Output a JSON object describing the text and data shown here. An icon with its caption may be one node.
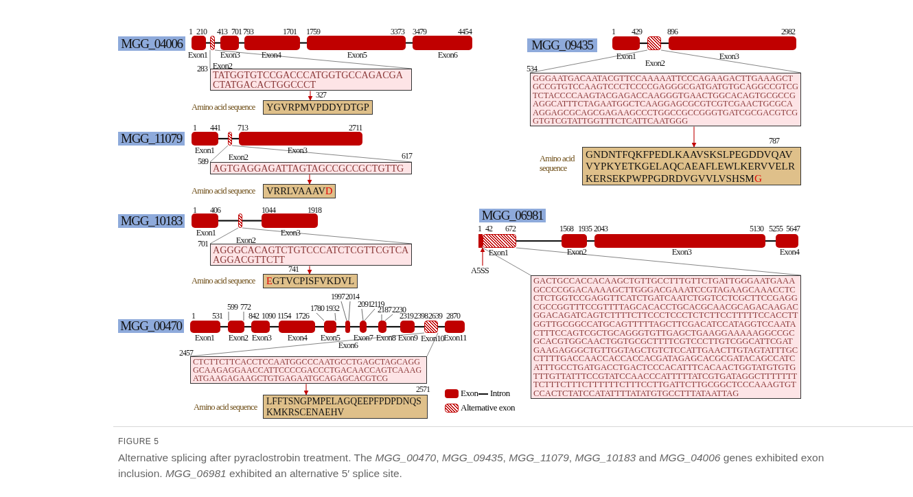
{
  "diagram": {
    "title": "FIGURE 5",
    "caption": "Alternative splicing after pyraclostrobin treatment. The *MGG_00470*, *MGG_09435*, *MGG_11079*, *MGG_10183* and *MGG_04006* genes exhibited exon inclusion. *MGG_06981* exhibited an alternative 5′ splice site.",
    "nodes": [
      {
        "text": [
          "MGG_04006"
        ]
      },
      {
        "text": [
          "Exon1"
        ]
      },
      {
        "text": [
          "Exon2"
        ]
      },
      {
        "text": [
          "Exon3"
        ]
      },
      {
        "text": [
          "Exon4"
        ]
      },
      {
        "text": [
          "Exon5"
        ]
      },
      {
        "text": [
          "Exon6"
        ]
      },
      {
        "text": [
          "TATGGTGTCCGACCCATGGTGCCAGACGACTATGACACTGGCCCT"
        ]
      },
      {
        "text": [
          "YGVRPMVPDDYDTGP"
        ],
        "beside": [
          "Amino acid sequence"
        ]
      },
      {
        "text": [
          "MGG_09435"
        ]
      },
      {
        "text": [
          "Exon1"
        ]
      },
      {
        "text": [
          "Exon2"
        ]
      },
      {
        "text": [
          "Exon3"
        ]
      },
      {
        "text": [
          "GGGAATGACAATACGTTCCAAAAATTCCCAGAAGACTTGAAAGCTGCCGTGTCCAAGTCCCTCCCCGAGGGCGATGATGTGCAGGCCGTCGTCTACCCCAAGTACGAGACCAAGGGTGAACTGGCACAGTGCGCCGAGGCATTTCTAGAATGGCTCAAGGAGCGCGTCGTCGAACTGCGCAAGGAGCGCAGCGAGAAGCCCTGGCCGCCGGGTGATCGCGACGTCGGTGTCGTATTGGTTTCTCATTCAATGGG"
        ]
      },
      {
        "text": [
          "GNDNTFQKFPEDLKAAVSKSLPEGDDVQAVVYPKYETKGELAQCAEAFLEWLKERVVELRKERSEKPWPPGDRDVGVVLVSHSMG"
        ],
        "beside": [
          "Amino acid sequence"
        ]
      },
      {
        "text": [
          "MGG_11079"
        ]
      },
      {
        "text": [
          "Exon1"
        ]
      },
      {
        "text": [
          "Exon2"
        ]
      },
      {
        "text": [
          "Exon3"
        ]
      },
      {
        "text": [
          "AGTGAGGAGATTAGTAGCCGCCGCTGTTG"
        ]
      },
      {
        "text": [
          "VRRLVAAAVD"
        ],
        "beside": [
          "Amino acid sequence"
        ]
      },
      {
        "text": [
          "MGG_10183"
        ]
      },
      {
        "text": [
          "Exon1"
        ]
      },
      {
        "text": [
          "Exon2"
        ]
      },
      {
        "text": [
          "Exon3"
        ]
      },
      {
        "text": [
          "AGGGCACAGTCTGTCCCATCTCGTTCGTCAAGGACGTTCTT"
        ]
      },
      {
        "text": [
          "EGTVCPISFVKDVL"
        ],
        "beside": [
          "Amino acid sequence"
        ]
      },
      {
        "text": [
          "MGG_06981"
        ]
      },
      {
        "text": [],
        "shape": "box"
      },
      {
        "text": [
          "Exon1"
        ]
      },
      {
        "text": [
          "Exon2"
        ]
      },
      {
        "text": [
          "Exon3"
        ]
      },
      {
        "text": [
          "Exon4"
        ]
      },
      {
        "text": [
          "A5SS"
        ]
      },
      {
        "text": [
          "GACTGCCACCACAAGCTGTTGCCTTTGTTCTGATTGGGAATGAAAGCCCCGGACAAAAGCTTGGGACGAAATCCGTAGAAGCAAACCTCCTCTGGTCCGAGGTTCATCTGATCAATCTGGTCCTCGCTTCCGAGGCGCCGGTTTCCGTTTTAGCACACCTGCACGCAACGCAGACAAGACGGACAGATCAGTCTTTTCTTCCCTCCCTCTCTTCCTTTTTCCACCTTGGTTGCGGCCATGCAGTTTTTAGCTTCGACATCCATAGGTCCAATACTTTCCAGTCGCTGCAGGGTGTTGAGCTGAAGGAAAAAGGCCGCGCACGTGGCAACTGGTGCGCTTTTCGTCCCTTGTCGGCATTCGATGAAGAGGGCTGTTGGTAGCTGTCTCCATTGAACTTGTAGTATTTGCCTTTTGACCAACCACCACCACGATAGAGCACGCGATACAGCCATCATTTGCCTGATGACCTGACTCCCACATTTCACAACTGGTATGTGTGTTTGTTATTTCCGTATCCAACCCATTTTTATCGTGATAGGCTTTTTTTTCTTTCTTTCTTTTTTCTTTCCTTGATTCTTGCGGCTCCCAAAGTGTCCACTCTATCCATATTTTATATGTGCCTTTATAATTAG"
        ]
      },
      {
        "text": [
          "MGG_00470"
        ]
      },
      {
        "text": [
          "Exon1"
        ]
      },
      {
        "text": [
          "Exon2"
        ]
      },
      {
        "text": [
          "Exon3"
        ]
      },
      {
        "text": [
          "Exon4"
        ]
      },
      {
        "text": [
          "Exon5"
        ]
      },
      {
        "text": [
          "Exon6"
        ]
      },
      {
        "text": [
          "Exon7"
        ]
      },
      {
        "text": [
          "Exon8"
        ]
      },
      {
        "text": [
          "Exon9"
        ]
      },
      {
        "text": [
          "Exon10"
        ]
      },
      {
        "text": [
          "Exon11"
        ]
      },
      {
        "text": [
          "CTCTTCTTCACCTCCAATGGCCCAATGCCTGAGCTAGCAGGGCAAGAGGAACCATTCCCCGACCCTGACAACCAGTCAAAGATGAAGAGAAGCTGTGAGAATGCAGAGCACGTCG"
        ]
      },
      {
        "text": [
          "LFFTSNGPMPELAGQEEPFPDPDNQSKMKRSCENAEHV"
        ],
        "beside": [
          "Amino acid sequence"
        ]
      }
    ],
    "edges": [
      {
        "from": 2,
        "to": 7,
        "arrow": "none",
        "color": "#666666"
      },
      {
        "from": 2,
        "to": 7,
        "arrow": "none",
        "color": "#666666"
      },
      {
        "from": 7,
        "to": 8,
        "arrow": "to",
        "color": "#c00000"
      },
      {
        "from": 11,
        "to": 13,
        "arrow": "none",
        "color": "#666666"
      },
      {
        "from": 11,
        "to": 13,
        "arrow": "none",
        "color": "#666666"
      },
      {
        "from": 13,
        "to": 14,
        "arrow": "to",
        "color": "#c00000"
      },
      {
        "from": 17,
        "to": 19,
        "arrow": "none",
        "color": "#666666"
      },
      {
        "from": 17,
        "to": 19,
        "arrow": "none",
        "color": "#666666"
      },
      {
        "from": 19,
        "to": 20,
        "arrow": "to",
        "color": "#c00000"
      },
      {
        "from": 23,
        "to": 25,
        "arrow": "none",
        "color": "#666666"
      },
      {
        "from": 23,
        "to": 25,
        "arrow": "none",
        "color": "#666666"
      },
      {
        "from": 25,
        "to": 26,
        "arrow": "to",
        "color": "#c00000"
      },
      {
        "from": 33,
        "to": 28,
        "arrow": "to",
        "color": "#c00000"
      },
      {
        "from": 29,
        "to": 34,
        "arrow": "none",
        "color": "#666666"
      },
      {
        "from": 29,
        "to": 34,
        "arrow": "none",
        "color": "#666666"
      },
      {
        "from": 45,
        "to": 47,
        "arrow": "none",
        "color": "#666666"
      },
      {
        "from": 45,
        "to": 47,
        "arrow": "none",
        "color": "#666666"
      },
      {
        "from": 47,
        "to": 48,
        "arrow": "to",
        "color": "#c00000"
      },
      {
        "from": 1,
        "to": 2,
        "arrow": "none"
      },
      {
        "from": 2,
        "to": 3,
        "arrow": "none"
      },
      {
        "from": 3,
        "to": 4,
        "arrow": "none"
      },
      {
        "from": 4,
        "to": 5,
        "arrow": "none"
      },
      {
        "from": 5,
        "to": 6,
        "arrow": "none"
      },
      {
        "from": 10,
        "to": 11,
        "arrow": "none"
      },
      {
        "from": 11,
        "to": 12,
        "arrow": "none"
      },
      {
        "from": 16,
        "to": 17,
        "arrow": "none"
      },
      {
        "from": 17,
        "to": 18,
        "arrow": "none"
      },
      {
        "from": 22,
        "to": 23,
        "arrow": "none"
      },
      {
        "from": 23,
        "to": 24,
        "arrow": "none"
      },
      {
        "from": 29,
        "to": 30,
        "arrow": "none"
      },
      {
        "from": 30,
        "to": 31,
        "arrow": "none"
      },
      {
        "from": 31,
        "to": 32,
        "arrow": "none"
      },
      {
        "from": 36,
        "to": 37,
        "arrow": "none"
      },
      {
        "from": 37,
        "to": 38,
        "arrow": "none"
      },
      {
        "from": 38,
        "to": 39,
        "arrow": "none"
      },
      {
        "from": 39,
        "to": 40,
        "arrow": "none"
      },
      {
        "from": 40,
        "to": 41,
        "arrow": "none"
      },
      {
        "from": 41,
        "to": 42,
        "arrow": "none"
      },
      {
        "from": 42,
        "to": 43,
        "arrow": "none"
      },
      {
        "from": 43,
        "to": 44,
        "arrow": "none"
      },
      {
        "from": 44,
        "to": 45,
        "arrow": "none"
      },
      {
        "from": 45,
        "to": 46,
        "arrow": "none"
      }
    ],
    "labels": [
      "1",
      "210",
      "413",
      "701",
      "793",
      "1701",
      "1759",
      "3373",
      "3479",
      "4454",
      "283",
      "327",
      "1",
      "429",
      "896",
      "2982",
      "534",
      "787",
      "1",
      "441",
      "713",
      "2711",
      "589",
      "617",
      "1",
      "406",
      "1044",
      "1918",
      "701",
      "741",
      "1",
      "42",
      "672",
      "1568",
      "1935",
      "2043",
      "5130",
      "5255",
      "5647",
      "1",
      "531",
      "599",
      "772",
      "842",
      "1090",
      "1154",
      "1726",
      "1780",
      "1932",
      "1997",
      "2014",
      "2091",
      "2119",
      "2187",
      "2230",
      "2319",
      "2398",
      "2639",
      "2870",
      "2457",
      "2571"
    ],
    "legend": [
      {
        "text": "Exon",
        "color": "#c00000"
      },
      {
        "text": "Intron"
      },
      {
        "text": "Alternative exon"
      }
    ]
  }
}
